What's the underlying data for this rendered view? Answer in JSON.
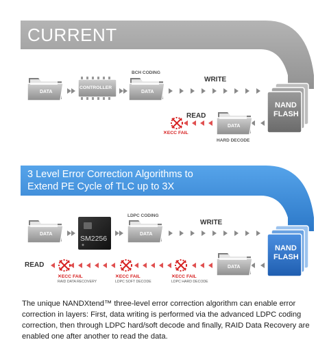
{
  "current": {
    "title": "CURRENT",
    "labels": {
      "data": "DATA",
      "controller": "CONTROLLER",
      "bch_coding": "BCH CODING",
      "write": "WRITE",
      "read": "READ",
      "ecc_fail": "ECC FAIL",
      "hard_decode": "HARD DECODE",
      "nand_line1": "NAND",
      "nand_line2": "FLASH"
    }
  },
  "new": {
    "title_line1": "3 Level Error Correction Algorithms to",
    "title_line2": "Extend PE Cycle of TLC up to 3X",
    "labels": {
      "data": "DATA",
      "chip": "SM2256",
      "ldpc_coding": "LDPC CODING",
      "write": "WRITE",
      "read": "READ",
      "ecc_fail": "ECC FAIL",
      "raid": "RAID DATA RECOVERY",
      "soft": "LDPC SOFT DECODE",
      "hard": "LDPC HARD DECODE",
      "nand_line1": "NAND",
      "nand_line2": "FLASH"
    }
  },
  "caption": "The unique NANDXtend™ three-level error correction algorithm can enable error correction in layers: First, data writing is performed via the advanced LDPC coding correction, then through LDPC hard/soft decode and finally, RAID Data Recovery are enabled one after another to read the data.",
  "colors": {
    "gray_banner": "#a4a4a4",
    "blue_banner": "#3c8ad6",
    "fail_red": "#d62020",
    "nand_blue": "#2f6fc4",
    "nand_gray": "#7b7b7b"
  }
}
